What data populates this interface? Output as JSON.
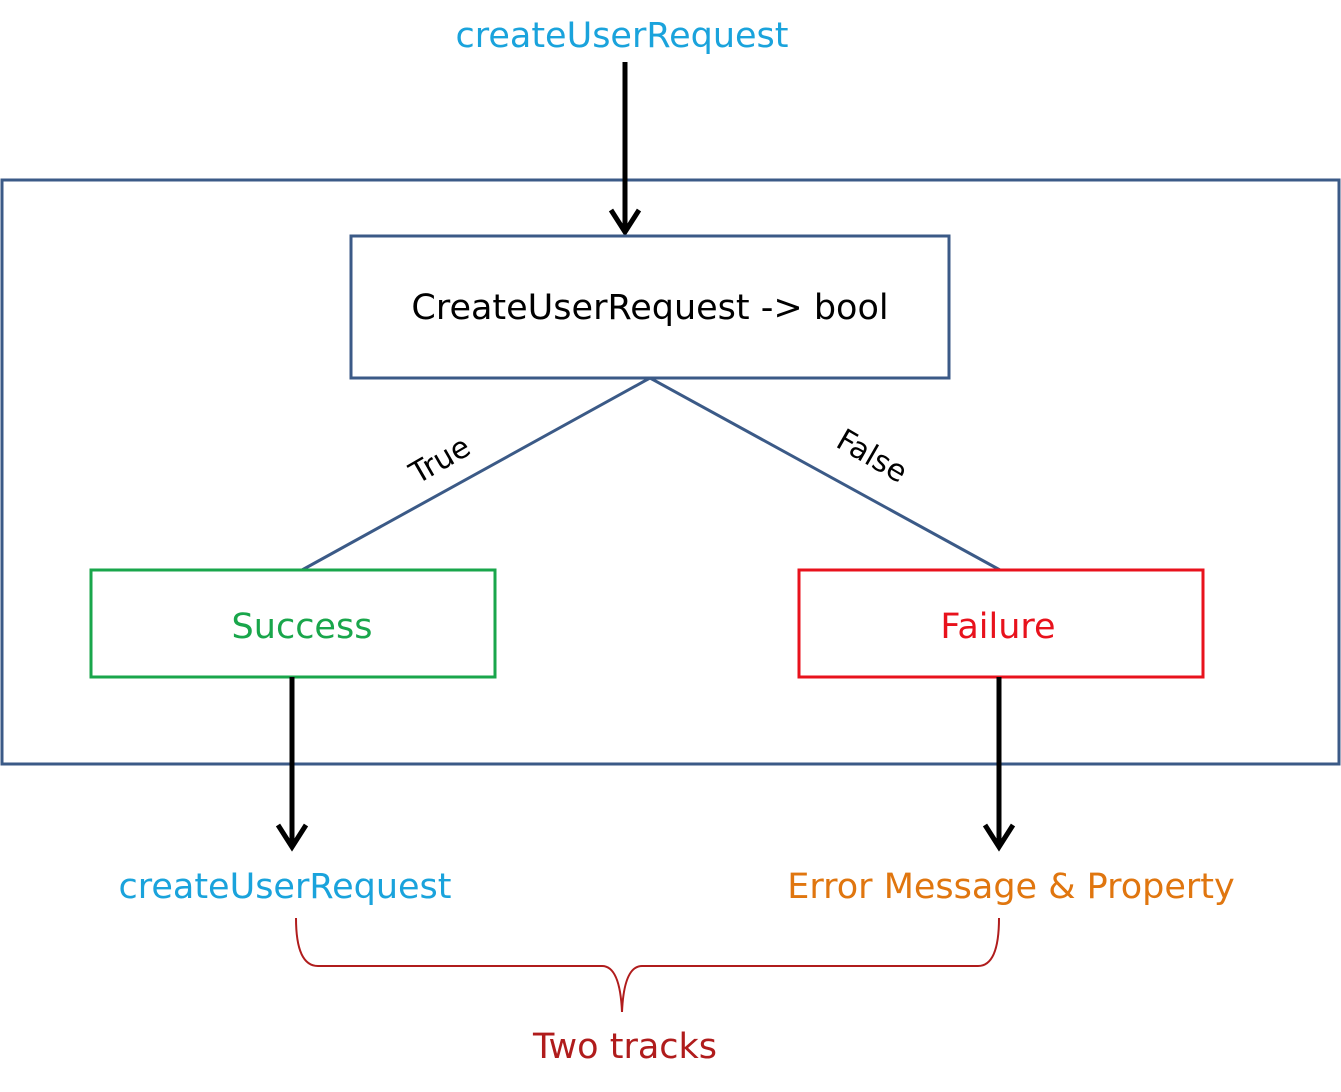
{
  "input_label": "createUserRequest",
  "predicate_label": "CreateUserRequest -> bool",
  "branch_true_label": "True",
  "branch_false_label": "False",
  "success_label": "Success",
  "failure_label": "Failure",
  "success_output_label": "createUserRequest",
  "failure_output_label": "Error Message & Property",
  "bracket_label": "Two tracks",
  "colors": {
    "frame": "#3b5a87",
    "input_text": "#1aa3dc",
    "success": "#19a64b",
    "failure": "#e8121c",
    "error_output_text": "#e0760f",
    "bracket": "#b01c1c",
    "arrow": "#000000"
  }
}
